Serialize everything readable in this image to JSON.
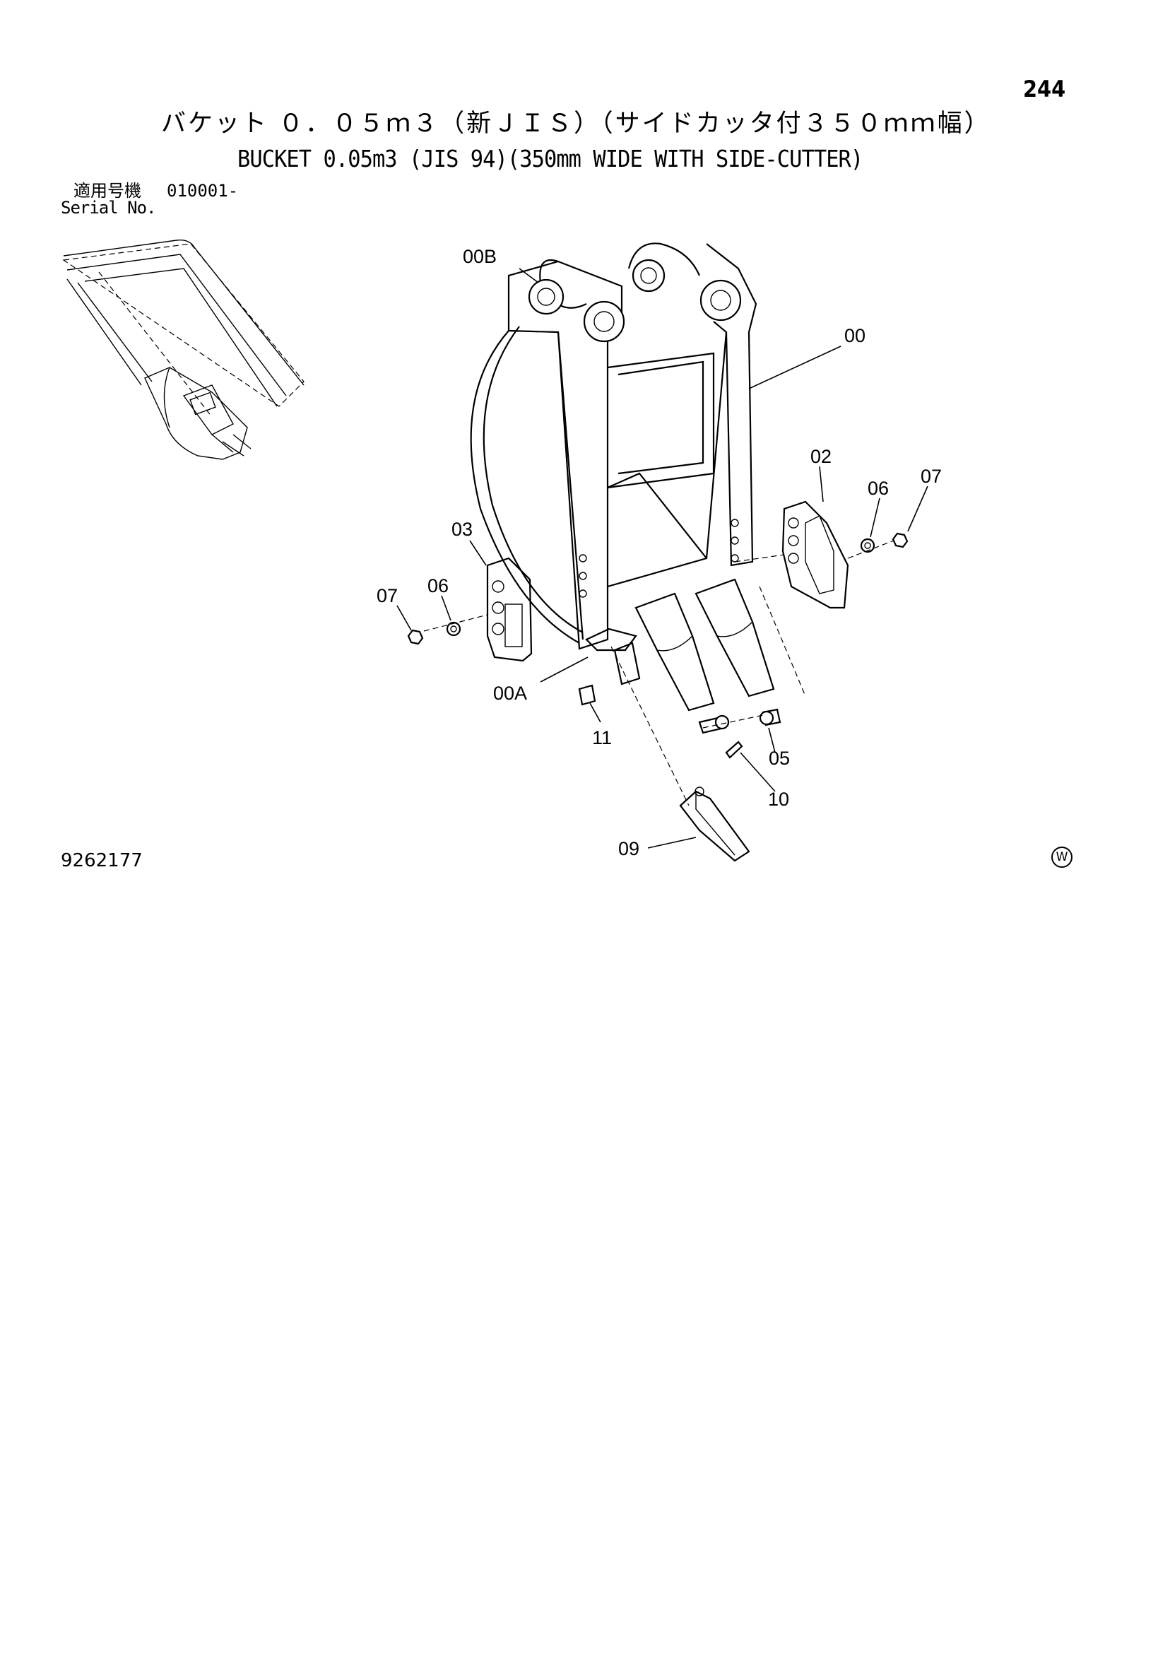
{
  "page": {
    "page_number": "244",
    "title_jp": "バケット ０．０５ｍ３（新ＪＩＳ）（サイドカッタ付３５０ｍｍ幅）",
    "title_en": "BUCKET 0.05m3 (JIS 94)(350mm WIDE WITH SIDE-CUTTER)",
    "serial_label_jp": "適用号機",
    "serial_value": "010001-",
    "serial_label_en": "Serial No.",
    "drawing_number": "9262177",
    "mark": "W"
  },
  "parts": {
    "p00B": "00B",
    "p00": "00",
    "p02": "02",
    "p06_right": "06",
    "p07_right": "07",
    "p03": "03",
    "p07_left": "07",
    "p06_left": "06",
    "p00A": "00A",
    "p11": "11",
    "p05": "05",
    "p10": "10",
    "p09": "09"
  }
}
